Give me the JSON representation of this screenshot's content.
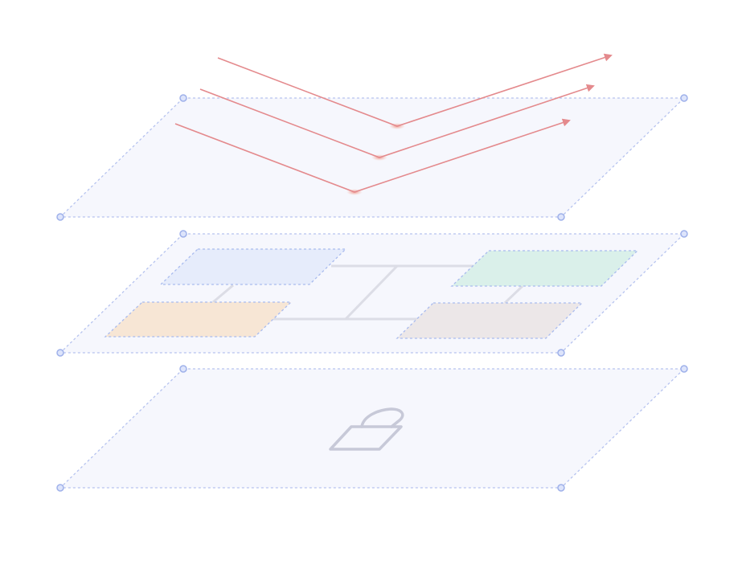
{
  "colors": {
    "background": "#ffffff",
    "plane_fill": "#f6f7fd",
    "plane_border": "#b6c3ef",
    "vertex_fill": "#dde4fb",
    "vertex_stroke": "#9fb1ea",
    "ray": "#e48a8d",
    "ray_glow": "#f6b8a8",
    "connector": "#dcdde6",
    "lock_stroke": "#c7c9d8",
    "panel_blue": "#e6ecfb",
    "panel_green": "#daf0ea",
    "panel_orange": "#f7e6d5",
    "panel_gray": "#ece7e8",
    "panel_border": "#a9bbee"
  },
  "diagram": {
    "layers": [
      {
        "id": "top-layer",
        "content": "reflected-rays"
      },
      {
        "id": "middle-layer",
        "content": "four-panels"
      },
      {
        "id": "bottom-layer",
        "content": "lock-icon"
      }
    ],
    "middle_panels": [
      "blue",
      "green",
      "orange",
      "gray"
    ],
    "ray_count": 3,
    "bottom_icon": "lock-icon"
  }
}
